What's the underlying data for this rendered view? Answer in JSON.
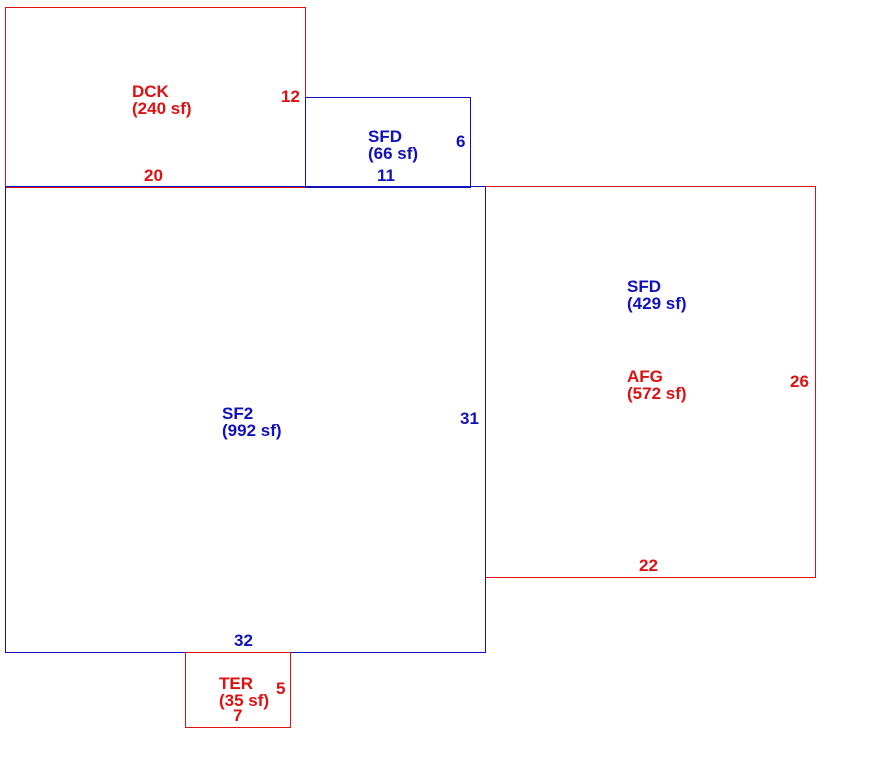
{
  "colors": {
    "red": "#dd1111",
    "blue": "#1111bb"
  },
  "areas": {
    "dck": {
      "name": "DCK",
      "area": "(240 sf)",
      "dim_side": "12",
      "dim_bottom": "20",
      "color": "#dd1111"
    },
    "sfd_small": {
      "name": "SFD",
      "area": "(66 sf)",
      "dim_side": "6",
      "dim_bottom": "11",
      "color": "#1111bb"
    },
    "sf2": {
      "name": "SF2",
      "area": "(992 sf)",
      "dim_side": "31",
      "dim_bottom": "32",
      "color": "#1111bb"
    },
    "afg": {
      "name_sfd": "SFD",
      "area_sfd": "(429 sf)",
      "name_afg": "AFG",
      "area_afg": "(572 sf)",
      "dim_side": "26",
      "dim_bottom": "22",
      "color": "#dd1111"
    },
    "ter": {
      "name": "TER",
      "area": "(35 sf)",
      "dim_side": "5",
      "dim_bottom": "7",
      "color": "#dd1111"
    }
  }
}
